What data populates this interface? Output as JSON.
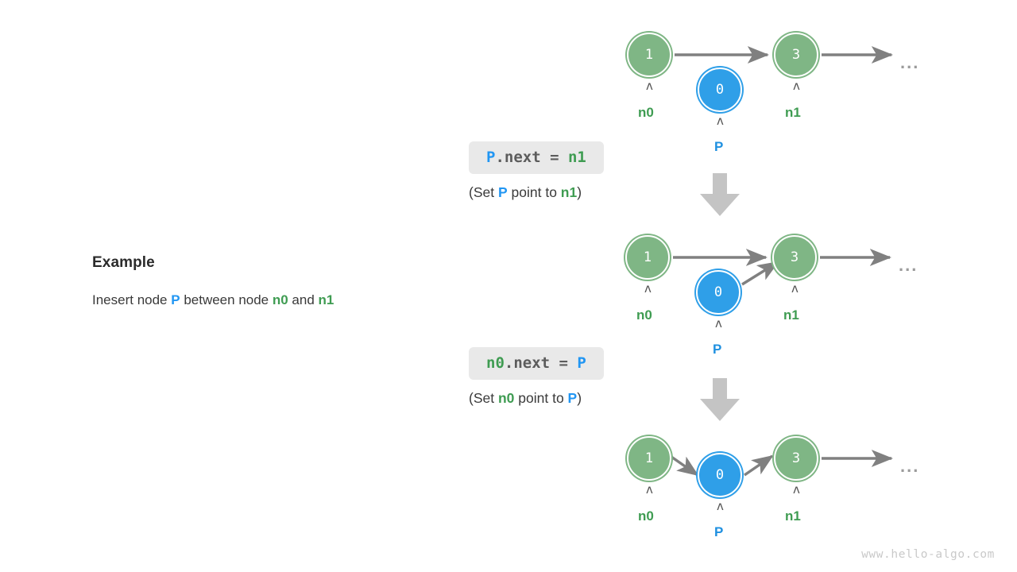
{
  "explanation": {
    "title": "Example",
    "body_prefix": "Inesert node ",
    "body_p": "P",
    "body_mid": " between node ",
    "body_n0": "n0",
    "body_and": " and ",
    "body_n1": "n1"
  },
  "steps": [
    {
      "code_left": "P",
      "code_op": ".next = ",
      "code_right": "n1",
      "caption_prefix": "(Set ",
      "caption_a": "P",
      "caption_mid": " point to ",
      "caption_b": "n1",
      "caption_suffix": ")"
    },
    {
      "code_left": "n0",
      "code_op": ".next = ",
      "code_right": "P",
      "caption_prefix": "(Set ",
      "caption_a": "n0",
      "caption_mid": " point to ",
      "caption_b": "P",
      "caption_suffix": ")"
    }
  ],
  "diagrams": [
    {
      "name": "initial-state",
      "nodes": [
        {
          "value": "1",
          "label": "n0",
          "kind": "green"
        },
        {
          "value": "0",
          "label": "P",
          "kind": "blue"
        },
        {
          "value": "3",
          "label": "n1",
          "kind": "green"
        }
      ],
      "ellipsis": "..."
    },
    {
      "name": "after-p-next-n1",
      "nodes": [
        {
          "value": "1",
          "label": "n0",
          "kind": "green"
        },
        {
          "value": "0",
          "label": "P",
          "kind": "blue"
        },
        {
          "value": "3",
          "label": "n1",
          "kind": "green"
        }
      ],
      "ellipsis": "..."
    },
    {
      "name": "after-n0-next-p",
      "nodes": [
        {
          "value": "1",
          "label": "n0",
          "kind": "green"
        },
        {
          "value": "0",
          "label": "P",
          "kind": "blue"
        },
        {
          "value": "3",
          "label": "n1",
          "kind": "green"
        }
      ],
      "ellipsis": "..."
    }
  ],
  "caret_glyph": "ʌ",
  "watermark": "www.hello-algo.com",
  "colors": {
    "node_green": "#7fb685",
    "node_blue": "#2f9fe8",
    "label_green": "#3f9c52",
    "label_blue": "#1f90e0",
    "arrow_gray": "#808080",
    "codebox_bg": "#e9e9e9",
    "big_arrow_gray": "#c4c4c4"
  }
}
